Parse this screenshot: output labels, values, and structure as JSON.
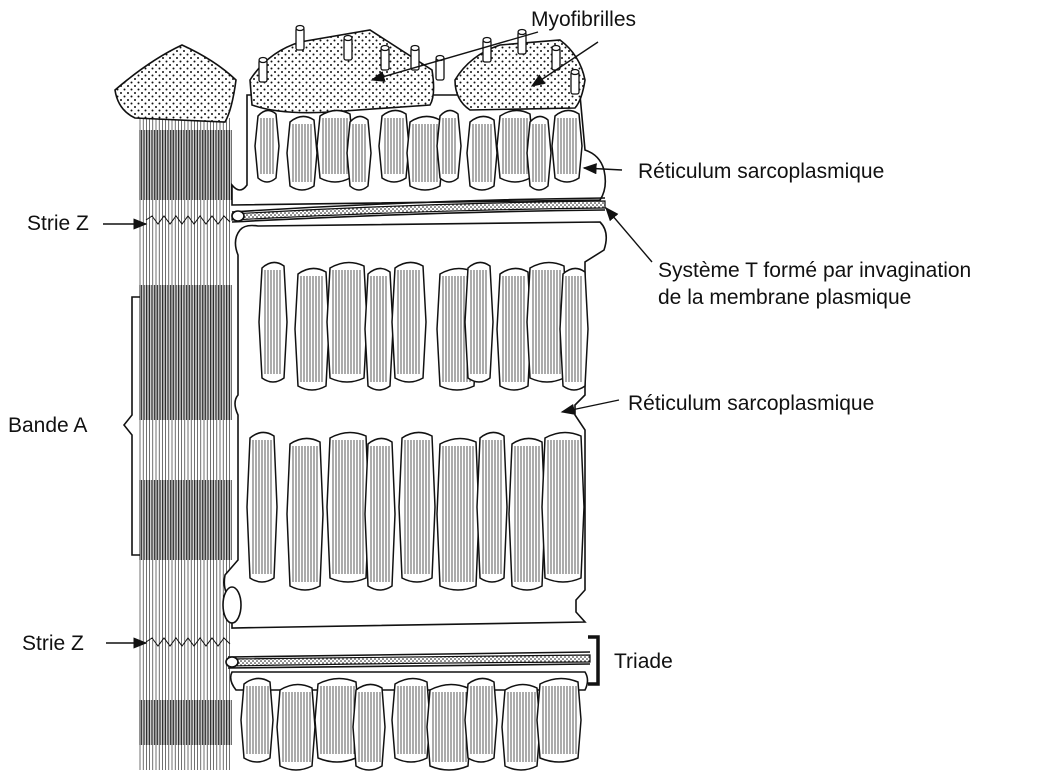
{
  "diagram": {
    "labels": {
      "myofibrilles": "Myofibrilles",
      "reticulum_top": "Réticulum sarcoplasmique",
      "strie_z_top": "Strie Z",
      "systeme_t_line1": "Système T formé par invagination",
      "systeme_t_line2": "de la membrane plasmique",
      "bande_a": "Bande A",
      "reticulum_mid": "Réticulum sarcoplasmique",
      "strie_z_bottom": "Strie Z",
      "triade": "Triade"
    },
    "colors": {
      "ink": "#111111",
      "paper": "#ffffff"
    }
  }
}
